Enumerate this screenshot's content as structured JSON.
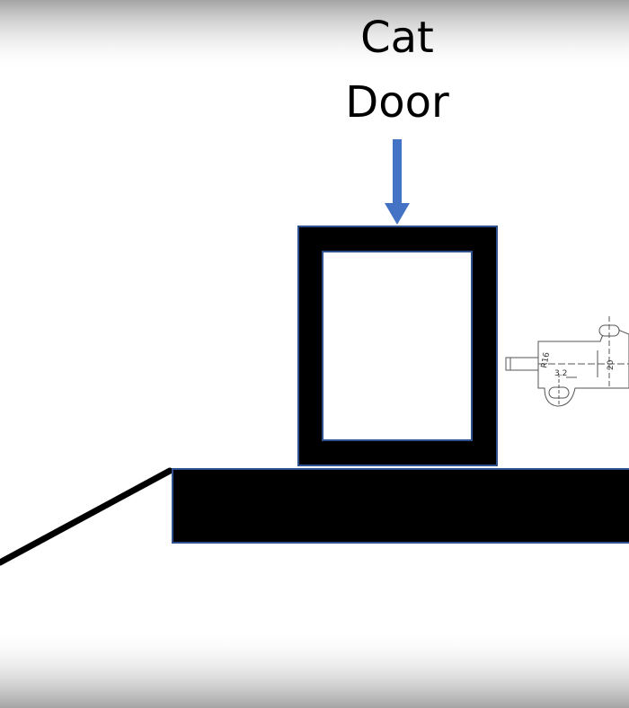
{
  "label": {
    "line1": "Cat",
    "line2": "Door"
  },
  "drawing": {
    "dim_radius": "R16",
    "dim_small": "3.2",
    "dim_length": "20"
  },
  "colors": {
    "fill": "#000000",
    "outline": "#2f528f",
    "arrow": "#4472c4",
    "cad_line": "#555555"
  }
}
